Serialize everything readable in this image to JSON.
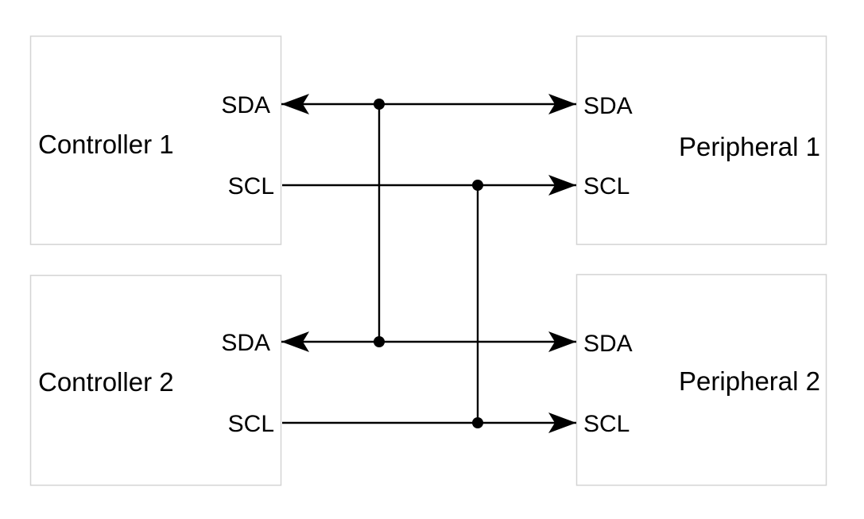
{
  "diagram": {
    "blocks": [
      {
        "name": "Controller 1",
        "pins": [
          {
            "label": "SDA"
          },
          {
            "label": "SCL"
          }
        ]
      },
      {
        "name": "Peripheral 1",
        "pins": [
          {
            "label": "SDA"
          },
          {
            "label": "SCL"
          }
        ]
      },
      {
        "name": "Controller 2",
        "pins": [
          {
            "label": "SDA"
          },
          {
            "label": "SCL"
          }
        ]
      },
      {
        "name": "Peripheral 2",
        "pins": [
          {
            "label": "SDA"
          },
          {
            "label": "SCL"
          }
        ]
      }
    ],
    "colors": {
      "wire": "#000000",
      "text": "#000000",
      "box_border": "#d4d4d4",
      "background": "#ffffff"
    }
  }
}
